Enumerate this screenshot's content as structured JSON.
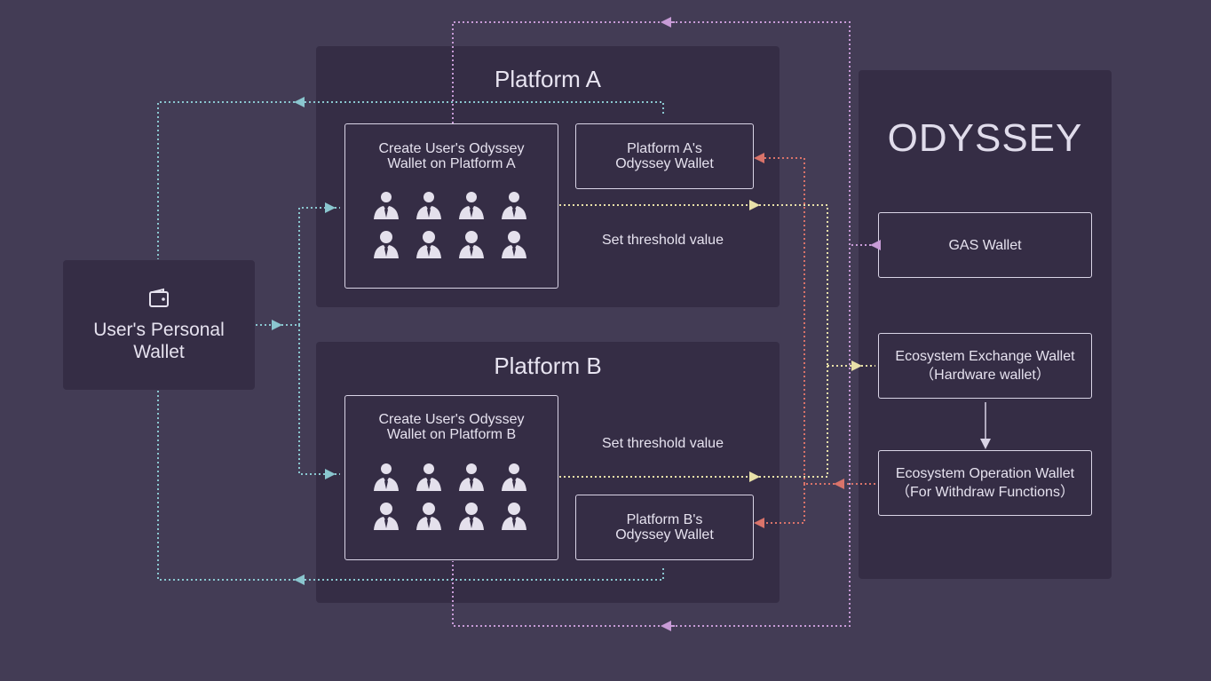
{
  "personal_wallet": {
    "icon": "wallet-icon",
    "line1": "User's Personal",
    "line2": "Wallet"
  },
  "platform_a": {
    "title": "Platform A",
    "create_box": {
      "line1": "Create User's Odyssey",
      "line2": "Wallet  on Platform A"
    },
    "platform_wallet": {
      "line1": "Platform A's",
      "line2": "Odyssey Wallet"
    },
    "threshold_text": "Set threshold value"
  },
  "platform_b": {
    "title": "Platform B",
    "create_box": {
      "line1": "Create User's Odyssey",
      "line2": "Wallet  on Platform B"
    },
    "platform_wallet": {
      "line1": "Platform B's",
      "line2": "Odyssey Wallet"
    },
    "threshold_text": "Set threshold value"
  },
  "odyssey": {
    "title": "ODYSSEY",
    "gas_wallet": "GAS Wallet",
    "exchange_wallet": {
      "line1": "Ecosystem Exchange Wallet",
      "line2": "（Hardware wallet）"
    },
    "operation_wallet": {
      "line1": "Ecosystem Operation Wallet",
      "line2": "（For Withdraw Functions）"
    }
  },
  "icons": {
    "user_icon": "user-with-tie-icon",
    "wallet_icon": "wallet-icon"
  },
  "colors": {
    "background": "#433c55",
    "panel": "#352d45",
    "teal_line": "#8ac6cf",
    "yellow_line": "#e8e0a8",
    "red_line": "#d9736a",
    "purple_line": "#c79bd6"
  }
}
